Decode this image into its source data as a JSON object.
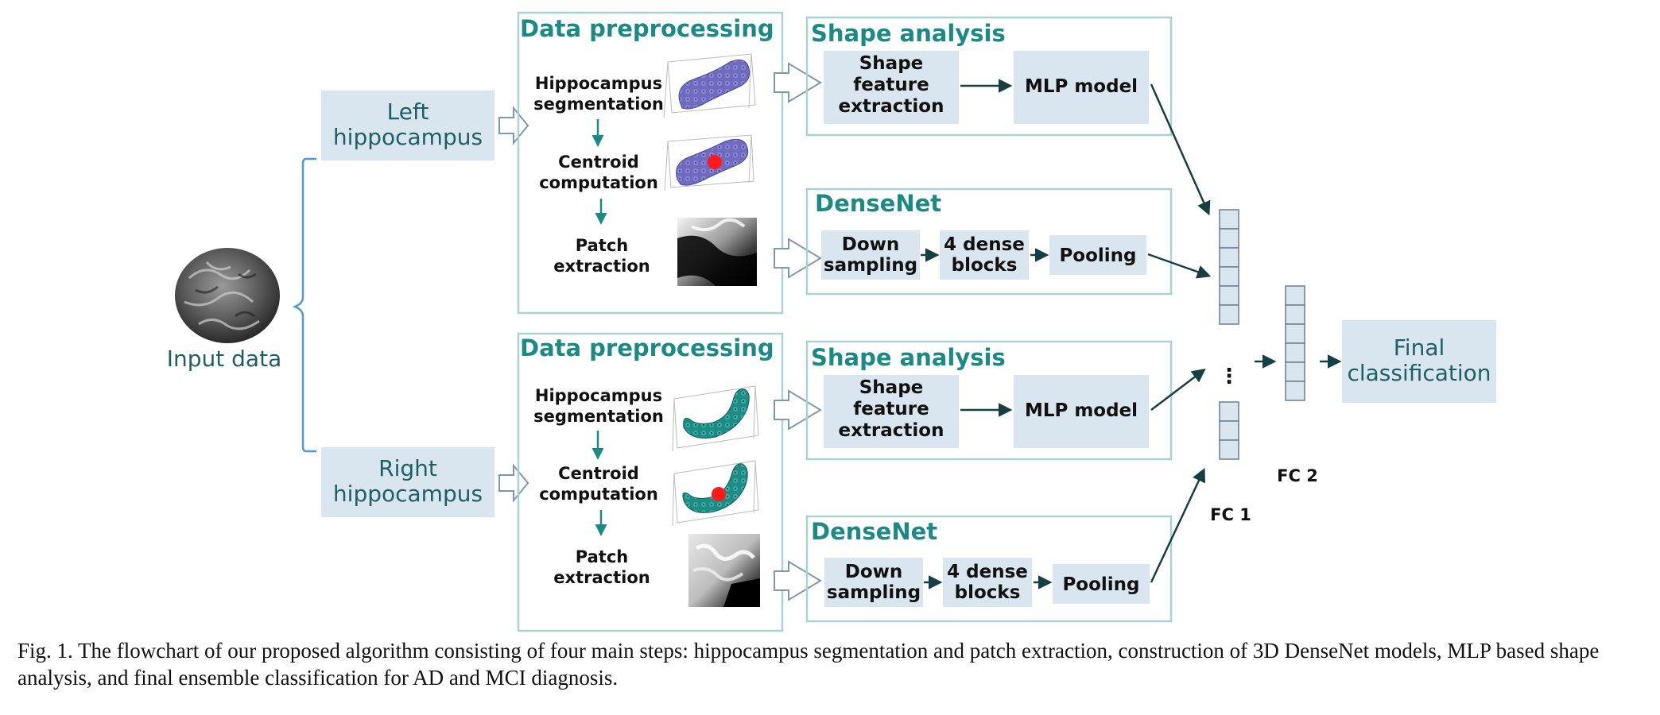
{
  "input": {
    "label": "Input data"
  },
  "branches": [
    {
      "id": "left",
      "hemisphere": "Left\nhippocampus",
      "preprocessing": {
        "title": "Data preprocessing",
        "steps": [
          "Hippocampus\nsegmentation",
          "Centroid\ncomputation",
          "Patch\nextraction"
        ]
      },
      "shape": {
        "title": "Shape analysis",
        "feature": "Shape\nfeature\nextraction",
        "model": "MLP model"
      },
      "densenet": {
        "title": "DenseNet",
        "down": "Down\nsampling",
        "dense": "4 dense\nblocks",
        "pool": "Pooling"
      },
      "mesh_color": "#6f6cc0"
    },
    {
      "id": "right",
      "hemisphere": "Right\nhippocampus",
      "preprocessing": {
        "title": "Data preprocessing",
        "steps": [
          "Hippocampus\nsegmentation",
          "Centroid\ncomputation",
          "Patch\nextraction"
        ]
      },
      "shape": {
        "title": "Shape analysis",
        "feature": "Shape\nfeature\nextraction",
        "model": "MLP model"
      },
      "densenet": {
        "title": "DenseNet",
        "down": "Down\nsampling",
        "dense": "4 dense\nblocks",
        "pool": "Pooling"
      },
      "mesh_color": "#1e8b85"
    }
  ],
  "fc1": {
    "label": "FC 1",
    "ellipsis": "⋮"
  },
  "fc2": {
    "label": "FC 2"
  },
  "final": {
    "label": "Final\nclassification"
  },
  "caption": "Fig. 1.  The flowchart of our proposed algorithm consisting of four main steps: hippocampus segmentation and patch extraction, construction of 3D DenseNet models, MLP based shape analysis, and final ensemble classification for AD and MCI diagnosis.",
  "colors": {
    "box_fill": "#d9e6ef",
    "panel_border": "#a9d3d0",
    "teal": "#1b8a84",
    "arrow": "#163f43",
    "brace": "#4a9ad4",
    "centroid": "#ff1a1a"
  }
}
